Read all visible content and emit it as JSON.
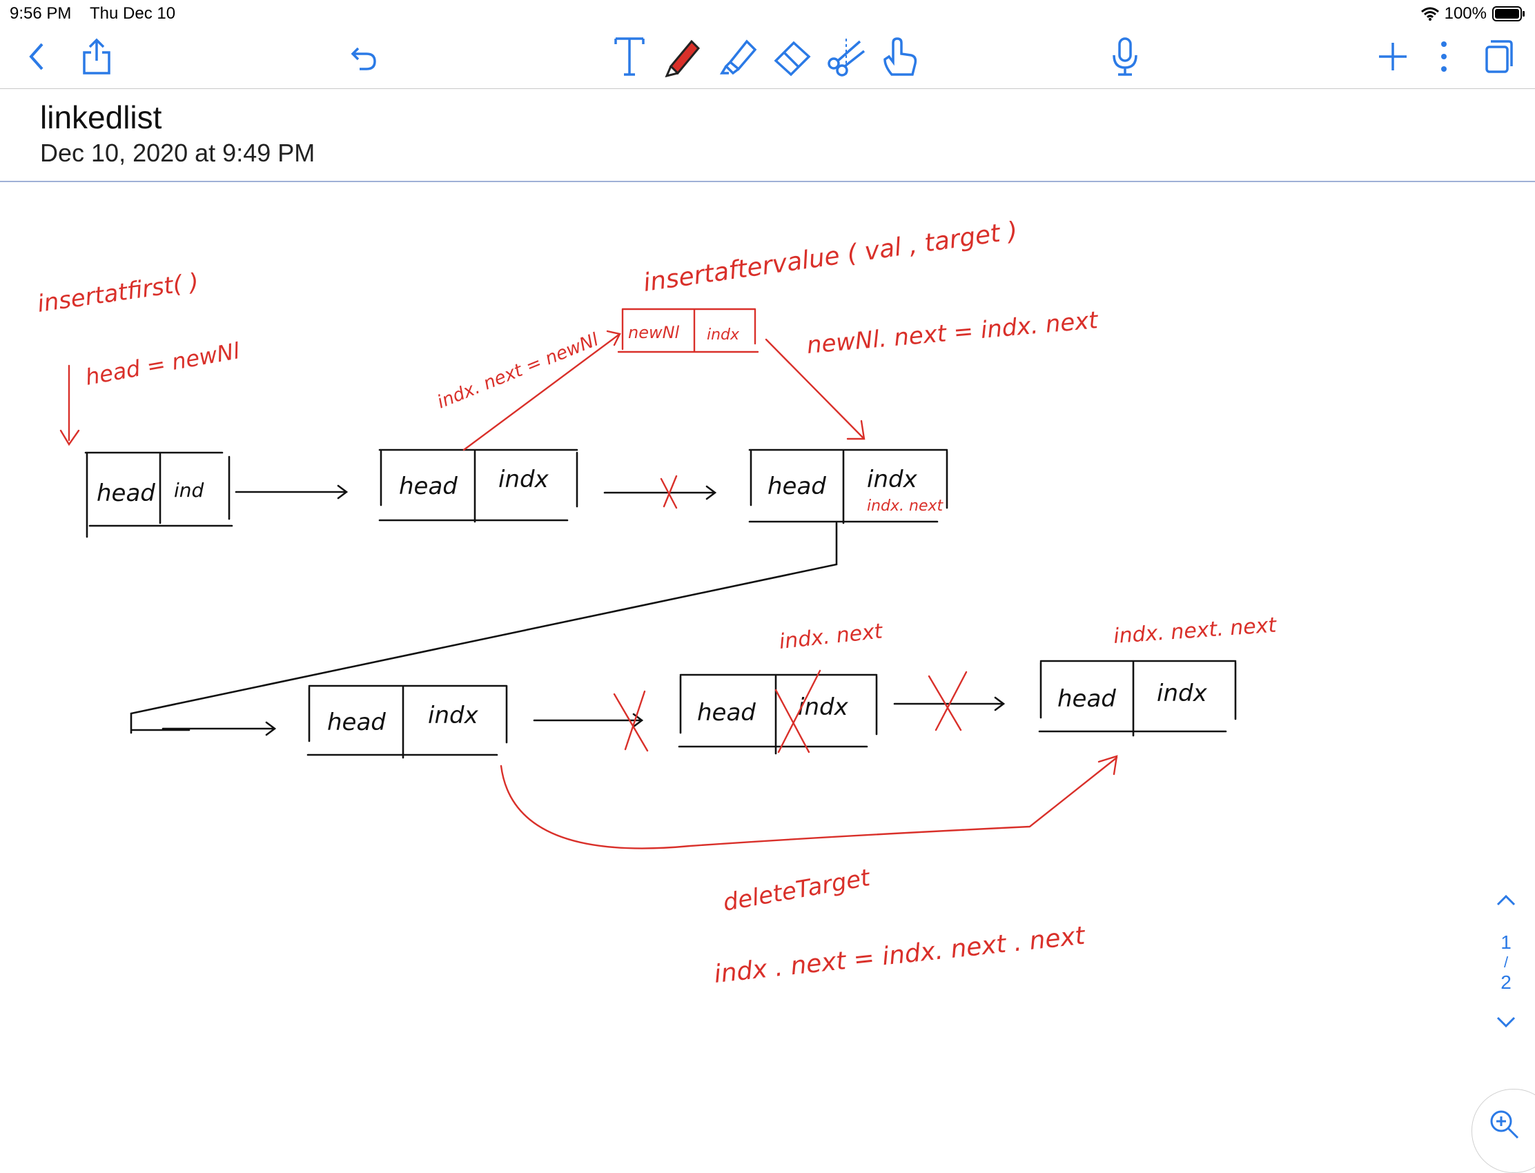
{
  "status": {
    "time": "9:56 PM",
    "date": "Thu Dec 10",
    "battery": "100%"
  },
  "note": {
    "title": "linkedlist",
    "date": "Dec 10, 2020 at 9:49 PM"
  },
  "page_indicator": {
    "current": "1",
    "separator": "/",
    "total": "2"
  },
  "handwriting": {
    "insertatfirst": "insertatfirst( )",
    "head_eq_newnl": "head = newNl",
    "insertaftervalue": "insertaftervalue ( val , target )",
    "newnl_next": "newNl. next = indx. next",
    "indx_next_eq_newnl": "indx. next = newNl",
    "node_new_left": "newNl",
    "node_new_right": "indx",
    "node1_left": "head",
    "node1_right": "ind",
    "node2_left": "head",
    "node2_right": "indx",
    "node3_left": "head",
    "node3_right": "indx",
    "node3_sub": "indx. next",
    "node4_left": "head",
    "node4_right": "indx",
    "node5_left": "head",
    "node5_right": "indx",
    "node6_left": "head",
    "node6_right": "indx",
    "label_indx_next": "indx. next",
    "label_indx_next_next": "indx. next. next",
    "delete_target": "deleteTarget",
    "formula": "indx . next = indx. next . next"
  },
  "colors": {
    "ink_red": "#d9302a",
    "ink_black": "#111111",
    "accent_blue": "#2b7ae6",
    "header_rule": "#9fb0d6"
  }
}
